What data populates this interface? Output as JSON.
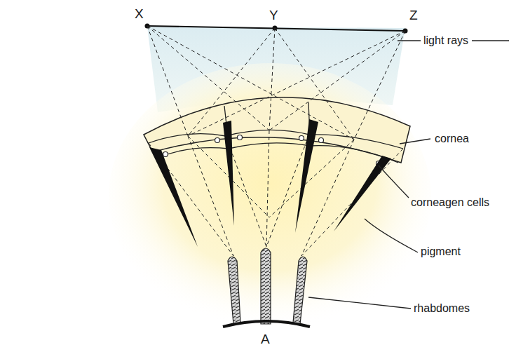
{
  "diagram": {
    "labels": [
      "X",
      "Y",
      "Z",
      "light rays",
      "cornea",
      "corneagen cells",
      "pigment",
      "rhabdomes",
      "A"
    ]
  }
}
